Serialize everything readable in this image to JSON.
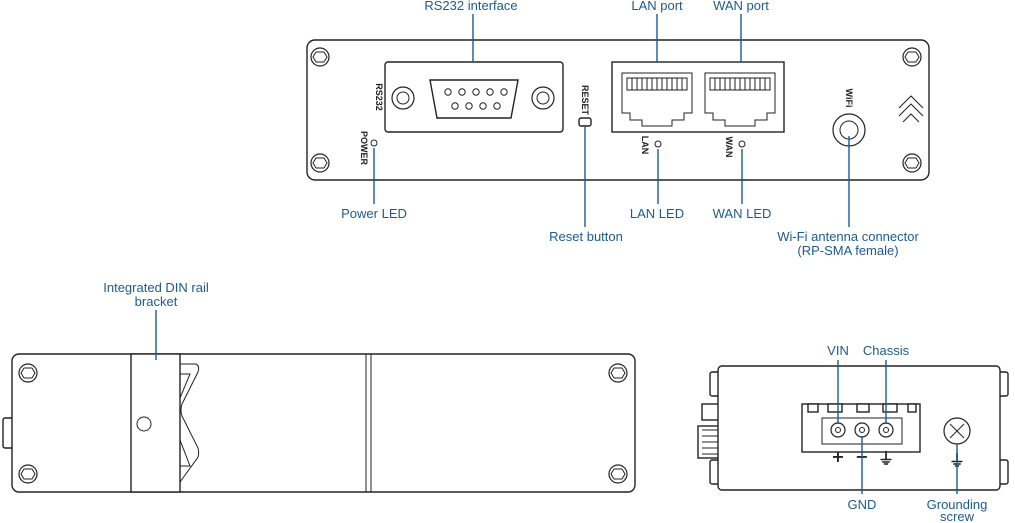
{
  "labels": {
    "rs232_interface": "RS232 interface",
    "lan_port": "LAN port",
    "wan_port": "WAN port",
    "power_led": "Power LED",
    "reset_button": "Reset button",
    "lan_led": "LAN LED",
    "wan_led": "WAN LED",
    "wifi_connector_1": "Wi-Fi antenna connector",
    "wifi_connector_2": "(RP-SMA female)",
    "din_bracket_1": "Integrated DIN rail",
    "din_bracket_2": "bracket",
    "vin": "VIN",
    "chassis": "Chassis",
    "gnd": "GND",
    "grounding_1": "Grounding",
    "grounding_2": "screw"
  },
  "device_text": {
    "rs232": "RS232",
    "power": "POWER",
    "reset": "RESET",
    "lan": "LAN",
    "wan": "WAN",
    "wifi": "WiFi",
    "plus": "+",
    "minus": "−",
    "ground": "⏚"
  },
  "colors": {
    "callout": "#1d5a8f",
    "outline": "#222222"
  }
}
